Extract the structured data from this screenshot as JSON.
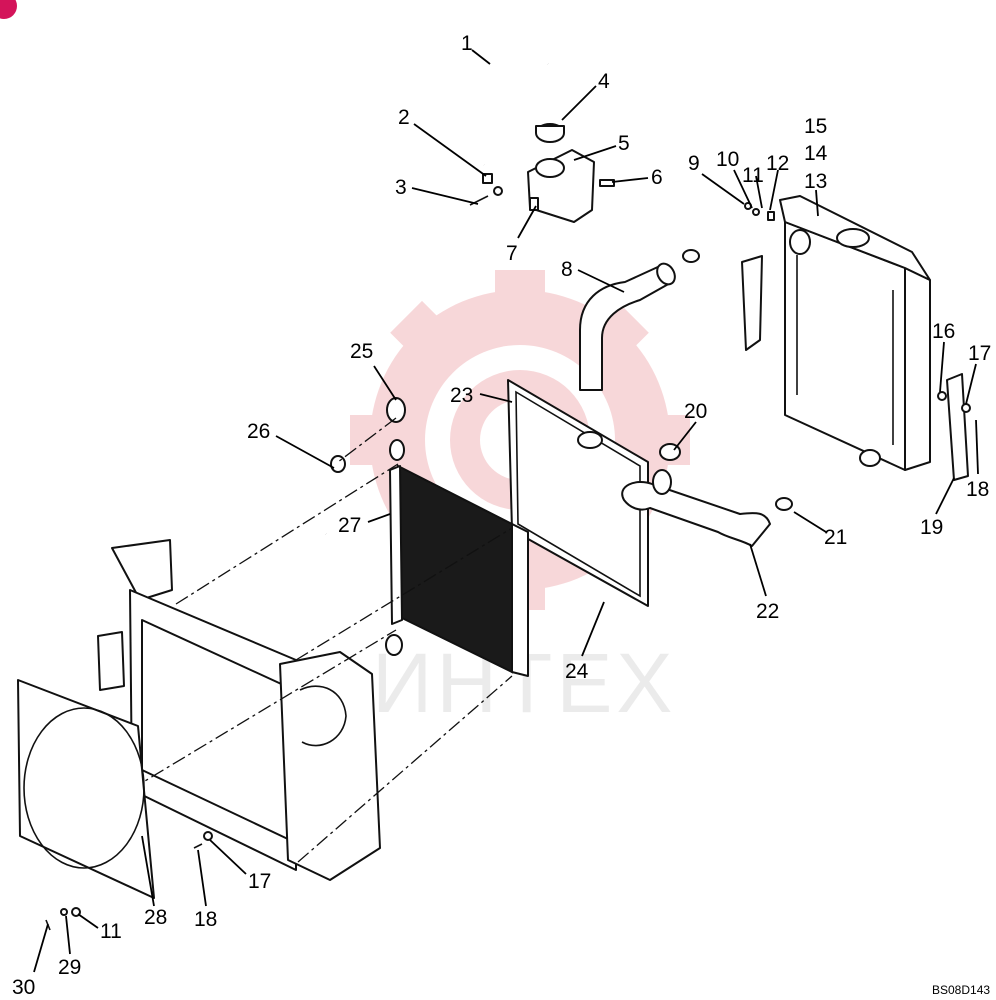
{
  "drawing_code": "BS08D143",
  "watermark": {
    "text": "ИНТЕХ",
    "gear_color": "#f2b8bb"
  },
  "corner_badge_color": "#d4145a",
  "callouts": [
    {
      "id": "c1",
      "label": "1"
    },
    {
      "id": "c2",
      "label": "2"
    },
    {
      "id": "c3",
      "label": "3"
    },
    {
      "id": "c4",
      "label": "4"
    },
    {
      "id": "c5",
      "label": "5"
    },
    {
      "id": "c6",
      "label": "6"
    },
    {
      "id": "c7",
      "label": "7"
    },
    {
      "id": "c8",
      "label": "8"
    },
    {
      "id": "c9",
      "label": "9"
    },
    {
      "id": "c10",
      "label": "10"
    },
    {
      "id": "c11",
      "label": "11"
    },
    {
      "id": "c12",
      "label": "12"
    },
    {
      "id": "c13",
      "label": "13"
    },
    {
      "id": "c14",
      "label": "14"
    },
    {
      "id": "c15",
      "label": "15"
    },
    {
      "id": "c16",
      "label": "16"
    },
    {
      "id": "c17a",
      "label": "17"
    },
    {
      "id": "c18a",
      "label": "18"
    },
    {
      "id": "c19",
      "label": "19"
    },
    {
      "id": "c20",
      "label": "20"
    },
    {
      "id": "c21",
      "label": "21"
    },
    {
      "id": "c22",
      "label": "22"
    },
    {
      "id": "c23",
      "label": "23"
    },
    {
      "id": "c24",
      "label": "24"
    },
    {
      "id": "c25",
      "label": "25"
    },
    {
      "id": "c26",
      "label": "26"
    },
    {
      "id": "c27",
      "label": "27"
    },
    {
      "id": "c28",
      "label": "28"
    },
    {
      "id": "c17b",
      "label": "17"
    },
    {
      "id": "c18b",
      "label": "18"
    },
    {
      "id": "c11b",
      "label": "11"
    },
    {
      "id": "c29",
      "label": "29"
    },
    {
      "id": "c30",
      "label": "30"
    }
  ]
}
